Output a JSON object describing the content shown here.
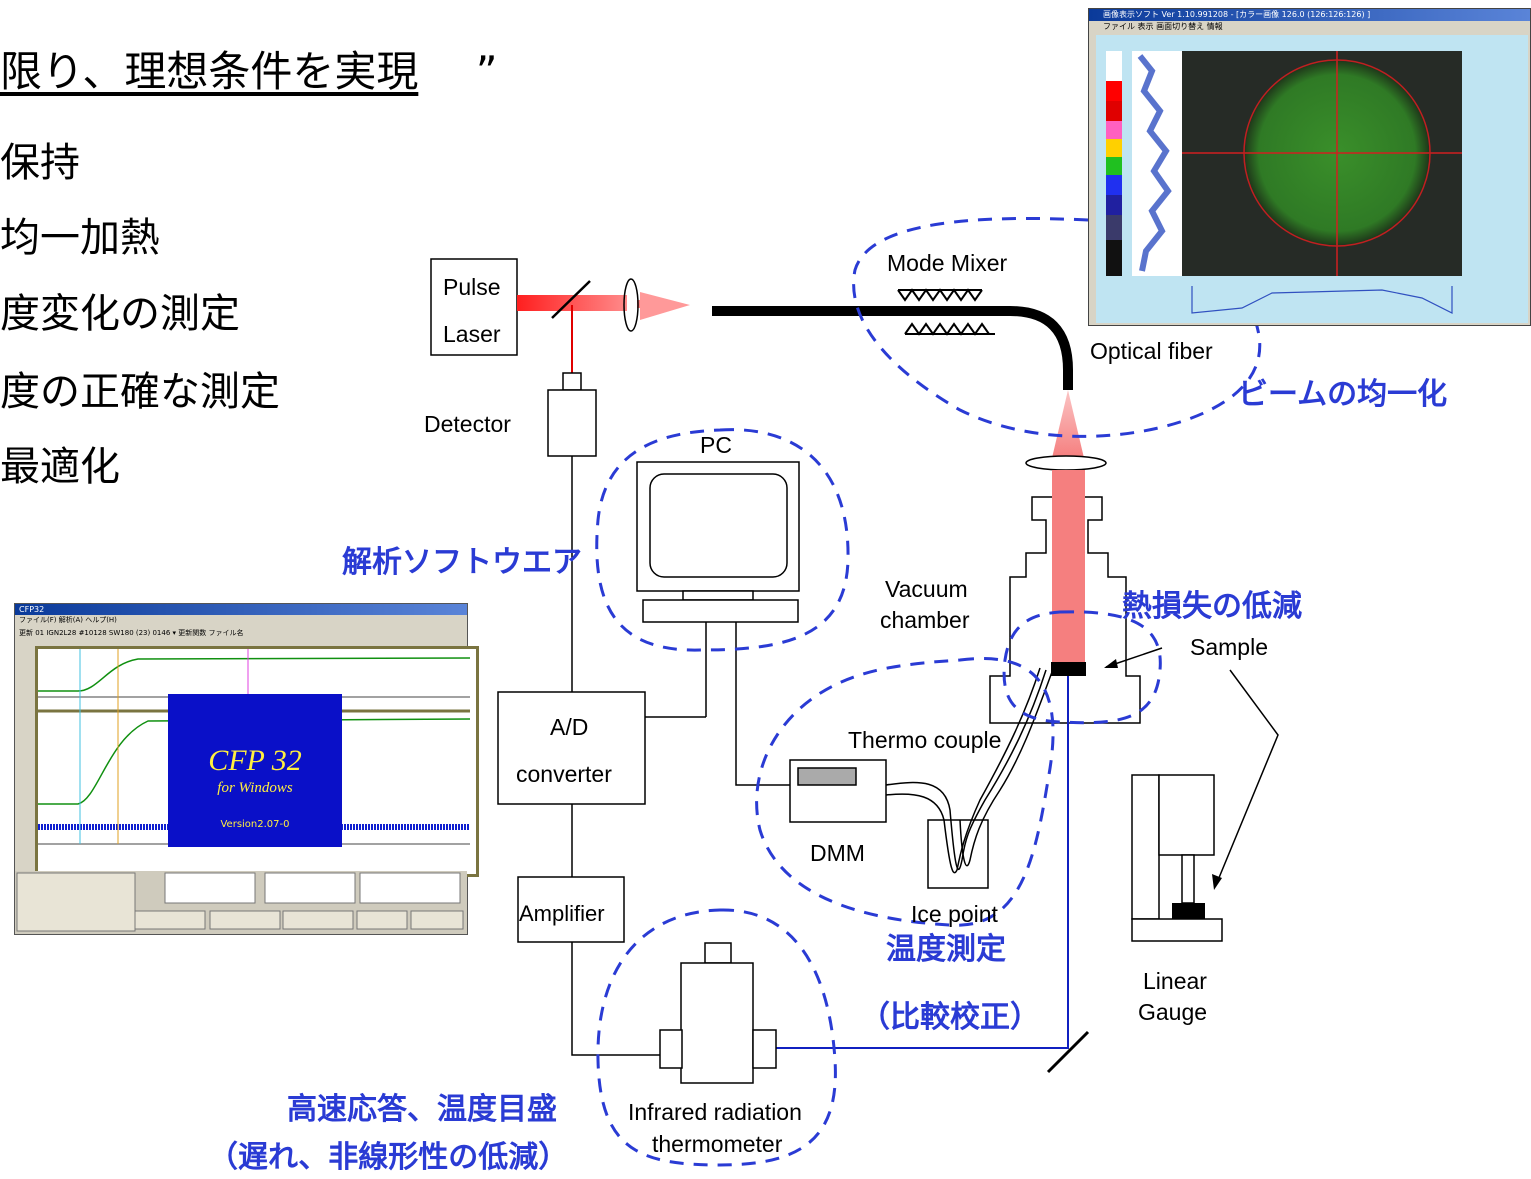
{
  "heading": {
    "text": "限り、理想条件を実現",
    "quote": "”"
  },
  "bullets": [
    "保持",
    "均一加熱",
    "度変化の測定",
    "度の正確な測定",
    "最適化"
  ],
  "labels": {
    "pulse_laser": "Pulse\nLaser",
    "pulse": "Pulse",
    "laser": "Laser",
    "detector": "Detector",
    "mode_mixer": "Mode Mixer",
    "optical_fiber": "Optical fiber",
    "pc": "PC",
    "vacuum_chamber_1": "Vacuum",
    "vacuum_chamber_2": "chamber",
    "sample": "Sample",
    "ad_1": "A/D",
    "ad_2": "converter",
    "thermo_couple": "Thermo couple",
    "dmm": "DMM",
    "ice_point": "Ice point",
    "amplifier": "Amplifier",
    "ir_1": "Infrared radiation",
    "ir_2": "thermometer",
    "linear_1": "Linear",
    "linear_2": "Gauge"
  },
  "annotations": {
    "beam_uniform": "ビームの均一化",
    "analysis_software": "解析ソフトウエア",
    "heat_loss": "熱損失の低減",
    "temp_measure": "温度測定",
    "comparison": "（比較校正）",
    "fast_response": "高速応答、温度目盛",
    "delay_reduce": "（遅れ、非線形性の低減）"
  },
  "cfp": {
    "title": "CFP32",
    "menu": "ファイル(F)  解析(A)  ヘルプ(H)",
    "toolbar": "更新     01 IGN2L28  #10128 SW180 (23) 0146 ▾    更新関数    ファイル名",
    "splash_title": "CFP 32",
    "splash_sub": "for  Windows",
    "splash_version": "Version2.07-0"
  },
  "beam_app": {
    "title": "画像表示ソフト Ver 1.10.991208 - [カラー画像  126.0  (126:126:126) ]",
    "menu": "ファイル  表示  画面切り替え  情報"
  },
  "colors": {
    "annotation_blue": "#2a3bd4",
    "laser_red": "#ff2020",
    "beam_pink": "#f57f7f"
  }
}
